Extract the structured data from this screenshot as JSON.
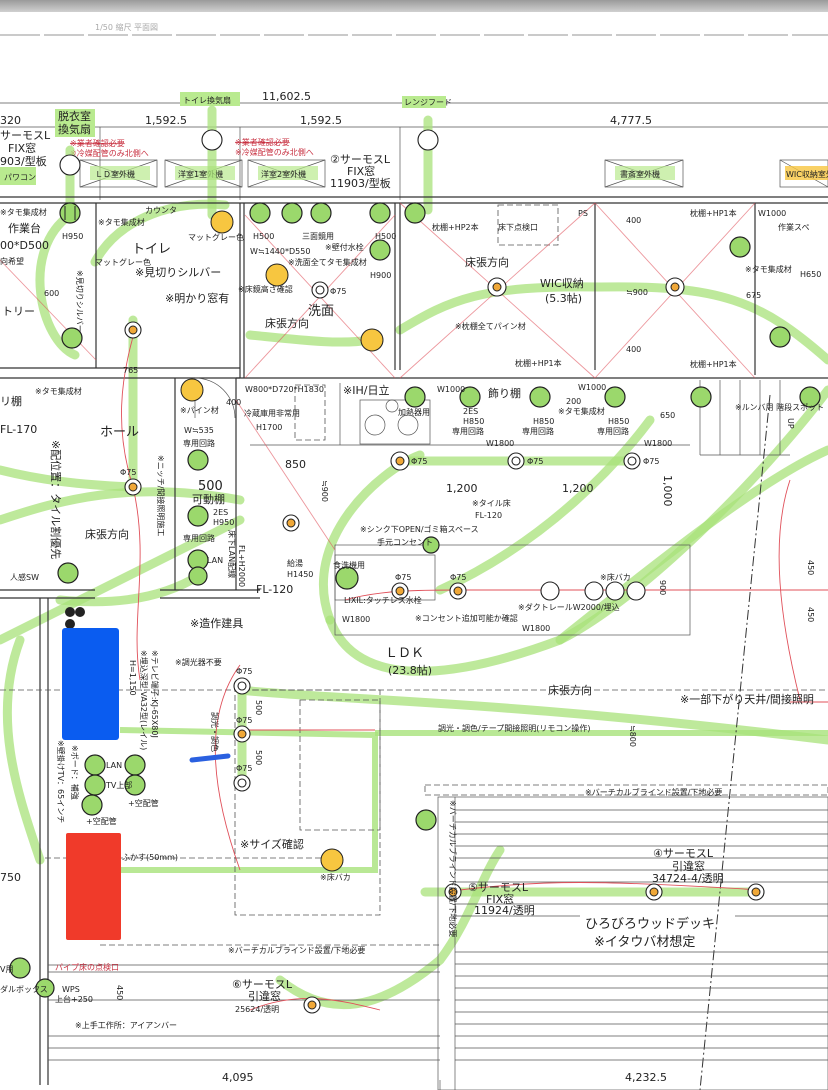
{
  "colors": {
    "highlight_green": "#a8e27a",
    "highlight_yellow": "#f7c640",
    "redaction_blue": "#0a5cf0",
    "redaction_red": "#f03a2a",
    "markup_red": "#e0505a"
  },
  "header": {
    "faint_title": "1/50 縮尺 平面図"
  },
  "dims": {
    "total": "11,602.5",
    "left_edge": "320",
    "d1": "1,592.5",
    "d2": "1,592.5",
    "d3": "4,777.5",
    "v600": "600",
    "v765": "765",
    "v400a": "400",
    "v900": "≒900",
    "v400b": "400",
    "v675": "675",
    "v400c": "400",
    "v500": "500",
    "v850": "850",
    "v900b": "≒900",
    "v200": "200",
    "v650": "650",
    "v1000": "1,000",
    "h1200a": "1,200",
    "h1200b": "1,200",
    "v900c": "900",
    "v450a": "450",
    "v450b": "450",
    "v800": "≒800",
    "v500a": "500",
    "v500b": "500",
    "v750": "750",
    "v450c": "450",
    "bottom1": "4,095",
    "bottom2": "4,232.5"
  },
  "fans": {
    "dressing": "脱衣室",
    "dressing2": "換気扇",
    "toilet": "トイレ換気扇",
    "range": "レンジフード"
  },
  "windows": {
    "w1a": "サーモスL",
    "w1b": "FIX窓",
    "w1c": "903/型板",
    "w2a": "②サーモスL",
    "w2b": "FIX窓",
    "w2c": "11903/型板",
    "w4a": "④サーモスL",
    "w4b": "引違窓",
    "w4c": "34724-4/透明",
    "w5a": "⑤サーモスL",
    "w5b": "FIX窓",
    "w5c": "11924/透明",
    "w6a": "⑥サーモスL",
    "w6b": "引違窓",
    "w6c": "25624/透明"
  },
  "notes_red": {
    "n1": "※業者確認必要",
    "n2": "※冷媒配管のみ北側へ",
    "n3": "※業者確認必要",
    "n4": "※冷媒配管のみ北側へ"
  },
  "outdoor_units": {
    "ld": "ＬＤ室外機",
    "y1": "洋室1室外機",
    "y2": "洋室2室外機",
    "study": "書斎室外機",
    "wic": "WIC収納室外機",
    "pwr": "パワコン"
  },
  "rooms": {
    "toilet": "トイレ",
    "wash": "洗面",
    "hall": "ホール",
    "wic": "WIC収納",
    "wic_size": "(5.3帖)",
    "ldk": "ＬＤＫ",
    "ldk_size": "(23.8帖)",
    "deck": "ひろびろウッドデッキ",
    "deck_note": "※イタウバ材想定",
    "pantry": "トリー"
  },
  "labels": {
    "tamo1": "※タモ集成材",
    "work": "作業台",
    "wd": "00*D500",
    "pref": "向希望",
    "h950a": "H950",
    "counter": "カウンタ",
    "tamo2": "※タモ集成材",
    "mattgray1": "マットグレー色",
    "mattgray2": "マットグレー色",
    "h500a": "H500",
    "mirror": "三面鏡用",
    "wd1440": "W≒1440*D550",
    "wallfaucet": "※壁付水栓",
    "washall": "※洗面全てタモ集成材",
    "h500b": "H500",
    "h900": "H900",
    "mikiri": "※見切りシルバー",
    "mikiri2": "※見切りシルバー",
    "akari": "※明かり窓有",
    "mirrorh": "※床鏡高さ確認",
    "floordir1": "床張方向",
    "phi1": "Φ75",
    "shelf2": "枕棚+HP2本",
    "inspect": "床下点検口",
    "ps": "PS",
    "floordir2": "床張方向",
    "pine": "※枕棚全てパイン材",
    "shelf1a": "枕棚+HP1本",
    "shelf1b": "枕棚+HP1本",
    "shelf1c": "枕棚+HP1本",
    "w1000a": "W1000",
    "worksp": "作業スペ",
    "tamo3": "※タモ集成材",
    "h650": "H650",
    "tamo4": "※タモ集成材",
    "shelfL": "リ棚",
    "fl170": "FL-170",
    "phi2": "Φ75",
    "tile": "※配位置：タイル割優先",
    "floordir3": "床張方向",
    "sensor": "人感SW",
    "niche": "※ニッチ/間接照明施工",
    "pine2": "※パイン材",
    "w535": "W≒535",
    "circ1": "専用回路",
    "movable": "可動棚",
    "es2": "2ES",
    "h950b": "H950",
    "circ2": "専用回路",
    "lan1": "LAN",
    "lanwire": "床下LAN配線",
    "flh2000": "FL+H2000",
    "fridge": "W800*D720*H1830",
    "fridgeout": "冷蔵庫用非常用",
    "h1700": "H1700",
    "hot": "給湯",
    "h1450": "H1450",
    "dish": "食洗機用",
    "fl120": "FL-120",
    "door": "※造作建具",
    "ih": "※IH/日立",
    "heater": "加熱器用",
    "w1000b": "W1000",
    "deco": "飾り棚",
    "w1000c": "W1000",
    "es2b": "2ES",
    "h850a": "H850",
    "circ3": "専用回路",
    "h850b": "H850",
    "circ4": "専用回路",
    "tamo5": "※タモ集成材",
    "h850c": "H850",
    "circ5": "専用回路",
    "w1800a": "W1800",
    "w1800b": "W1800",
    "phi3": "Φ75",
    "phi4": "Φ75",
    "phi5": "Φ75",
    "tilefloor": "※タイル床",
    "fl120b": "FL-120",
    "sink": "※シンク下OPEN/ゴミ箱スペース",
    "handout": "手元コンセント",
    "lixil": "LIXIL:タッチレス水栓",
    "w1800c": "W1800",
    "addout": "※コンセント追加可能か確認",
    "duct": "※ダクトレールW2000/埋込",
    "w1800d": "W1800",
    "floorbaka1": "※床バカ",
    "phi6": "Φ75",
    "phi7": "Φ75",
    "roomba": "※ルンバ用 階段スポット",
    "up": "UP",
    "floordir4": "床張方向",
    "lowered": "※一部下がり天井/間接照明",
    "tape": "調光・調色/テープ間接照明(リモコン操作)",
    "nodimmer": "※調光器不要",
    "phi8": "Φ75",
    "phi9": "Φ75",
    "phi10": "Φ75",
    "dimcol": "調光・調色",
    "lan2": "LAN",
    "tvtop": "TV上部",
    "pipe1": "+空配管",
    "pipe2": "+空配管",
    "tvh": "H=1,150",
    "tvbox": "※埋込深型:VA32型(レイル)",
    "tvterm": "※テレビ端子:KJ-65X80J",
    "tvwall": "※壁掛けTV：65インチ",
    "board": "※ボード：補強",
    "fukasu": "ふかす(50mm)",
    "sizechk": "※サイズ確認",
    "floorbaka2": "※床バカ",
    "blind1": "※バーチカルブラインド設置/下地必要",
    "blind2": "※バーチカルブラインド設置/下地必要",
    "blind3": "※バーチカルブラインド設置/下地必要",
    "iron": "※上手工作所：アイアンバー",
    "wps": "WPS",
    "wps2": "上台+250",
    "vuse": "V用",
    "dbox": "ダルボックス",
    "pipefloor": "パイプ床の点検口"
  }
}
